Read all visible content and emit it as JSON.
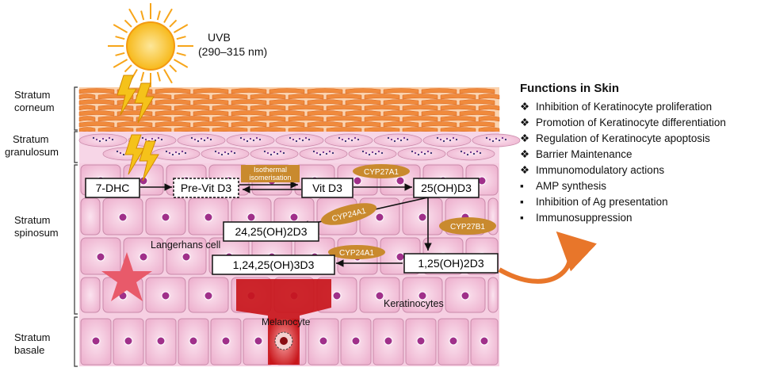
{
  "uvb": {
    "label": "UVB",
    "range": "(290–315 nm)"
  },
  "layers": {
    "corneum": [
      "Stratum",
      "corneum"
    ],
    "granulosum": [
      "Stratum",
      "granulosum"
    ],
    "spinosum": [
      "Stratum",
      "spinosum"
    ],
    "basale": [
      "Stratum",
      "basale"
    ]
  },
  "nodes": {
    "dhc": "7-DHC",
    "previt": "Pre-Vit D3",
    "vitd3": "Vit D3",
    "oh25": "25(OH)D3",
    "oh2425": "24,25(OH)2D3",
    "oh125": "1,25(OH)2D3",
    "oh12425": "1,24,25(OH)3D3"
  },
  "enzymes": {
    "isomerisation": [
      "Isothermal",
      "isomerisation"
    ],
    "cyp27a1": "CYP27A1",
    "cyp24a1_top": "CYP24A1",
    "cyp27b1": "CYP27B1",
    "cyp24a1_bottom": "CYP24A1"
  },
  "cells": {
    "langerhans": "Langerhans cell",
    "keratinocytes": "Keratinocytes",
    "melanocyte": "Melanocyte"
  },
  "functions": {
    "title": "Functions in Skin",
    "items": [
      {
        "marker": "❖",
        "text": "Inhibition of Keratinocyte proliferation"
      },
      {
        "marker": "❖",
        "text": "Promotion of Keratinocyte differentiation"
      },
      {
        "marker": "❖",
        "text": "Regulation of Keratinocyte apoptosis"
      },
      {
        "marker": "❖",
        "text": "Barrier Maintenance"
      },
      {
        "marker": "❖",
        "text": "Immunomodulatory actions"
      },
      {
        "marker": "▪",
        "text": "AMP synthesis"
      },
      {
        "marker": "▪",
        "text": "Inhibition of Ag presentation"
      },
      {
        "marker": "▪",
        "text": "Immunosuppression"
      }
    ]
  },
  "colors": {
    "corneum": "#f08a3c",
    "cell_fill": "#f3c4dc",
    "cell_stroke": "#c98aaa",
    "nucleus": "#a0308a",
    "enzyme": "#c98a2e",
    "melanocyte": "#c8161b",
    "star": "#e85a6a",
    "sun": "#f7c21a",
    "arrow_orange": "#e8762a"
  }
}
